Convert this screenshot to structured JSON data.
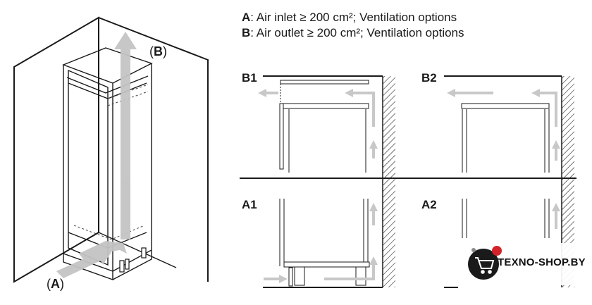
{
  "legend": {
    "a_key": "A",
    "a_text": ": Air inlet ≥ 200 cm²; Ventilation options",
    "b_key": "B",
    "b_text": ": Air outlet ≥ 200 cm²; Ventilation options"
  },
  "cabinet": {
    "label_a_key": "A",
    "label_b_key": "B"
  },
  "panels": {
    "b1": "B1",
    "b2": "B2",
    "a1": "A1",
    "a2": "A2"
  },
  "watermark": {
    "brand": "TEXNO-SHOP.BY",
    "icon": "shopping-cart-icon",
    "color": "#d2232a"
  }
}
